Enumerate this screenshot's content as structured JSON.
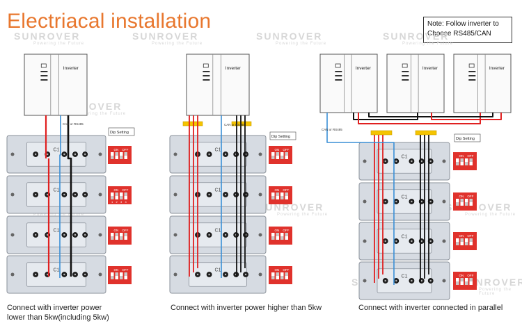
{
  "title": "Electriacal installation",
  "note": "Note:  Follow  inverter  to Choose RS485/CAN",
  "watermark": {
    "brand": "SUNROVER",
    "tagline": "Powering the Future"
  },
  "inverter_label": "Inverter",
  "comm_label": "CAN or RS485",
  "dip_title_1": "Dip Setting",
  "dip_title_2": "Dip Setting",
  "dip_on": "ON",
  "dip_off": "OFF",
  "dip_numbers": [
    "1",
    "2",
    "3",
    "4"
  ],
  "module_label": "C1",
  "captions": {
    "c1_line1": "Connect with inverter power",
    "c1_line2": "lower than 5kw(including 5kw)",
    "c2": "Connect with inverter power higher than 5kw",
    "c3": "Connect with inverter connected in parallel"
  },
  "colors": {
    "title": "#e8772e",
    "dc_positive": "#e02020",
    "dc_negative": "#111111",
    "comm": "#3a8fd6",
    "busbar": "#f5c400",
    "dip": "#e0322c"
  }
}
